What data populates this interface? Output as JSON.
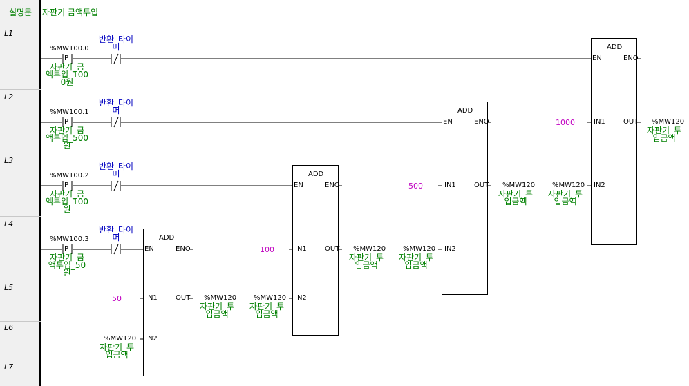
{
  "header": {
    "gutter_label": "설명문",
    "comment": "자판기 금액투입"
  },
  "rows": [
    "L1",
    "L2",
    "L3",
    "L4",
    "L5",
    "L6",
    "L7"
  ],
  "rungs": [
    {
      "contact_addr": "%MW100.0",
      "contact_sym": "P",
      "contact_comment": [
        "자판기_금",
        "액투입_100",
        "0원"
      ],
      "nc_label": [
        "반환_타이",
        "머"
      ]
    },
    {
      "contact_addr": "%MW100.1",
      "contact_sym": "P",
      "contact_comment": [
        "자판기_금",
        "액투입_500",
        "원"
      ],
      "nc_label": [
        "반환_타이",
        "머"
      ]
    },
    {
      "contact_addr": "%MW100.2",
      "contact_sym": "P",
      "contact_comment": [
        "자판기_금",
        "액투입_100",
        "원"
      ],
      "nc_label": [
        "반환_타이",
        "머"
      ]
    },
    {
      "contact_addr": "%MW100.3",
      "contact_sym": "P",
      "contact_comment": [
        "자판기_금",
        "액투입_50",
        "원"
      ],
      "nc_label": [
        "반환_타이",
        "머"
      ]
    }
  ],
  "blocks": [
    {
      "name": "ADD",
      "en": "EN",
      "eno": "ENO",
      "in1": "IN1",
      "in2": "IN2",
      "out": "OUT"
    }
  ],
  "operands": {
    "c1000": "1000",
    "c500": "500",
    "c100": "100",
    "c50": "50",
    "var_addr": "%MW120",
    "var_comment": [
      "자판기_투",
      "입금액"
    ]
  },
  "colors": {
    "address": "#000000",
    "label_blue": "#0000c0",
    "comment_green": "#008000",
    "constant_magenta": "#c000c0"
  }
}
